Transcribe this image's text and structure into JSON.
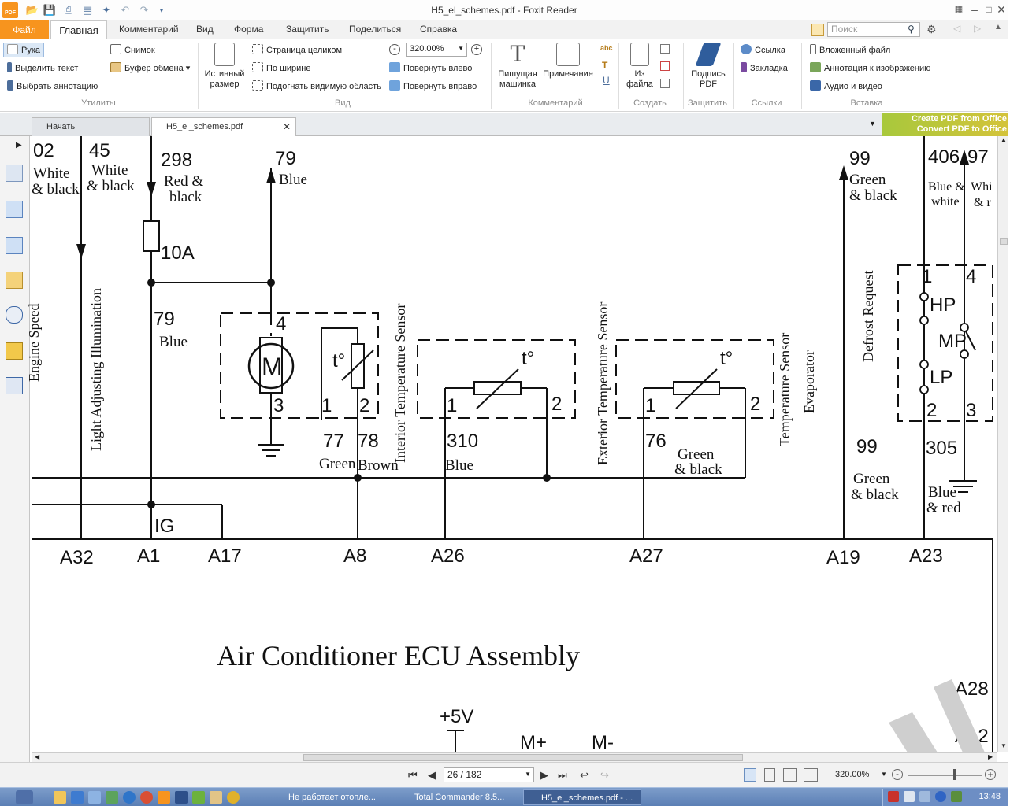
{
  "window": {
    "title": "H5_el_schemes.pdf - Foxit Reader",
    "app_badge": "PDF"
  },
  "menu": {
    "file": "Файл",
    "home": "Главная",
    "tabs": [
      "Комментарий",
      "Вид",
      "Форма",
      "Защитить",
      "Поделиться",
      "Справка"
    ],
    "search_placeholder": "Поиск"
  },
  "ribbon": {
    "utilities": {
      "hand": "Рука",
      "select_text": "Выделить текст",
      "select_annotation": "Выбрать аннотацию",
      "snapshot": "Снимок",
      "clipboard": "Буфер обмена",
      "label": "Утилиты"
    },
    "view": {
      "actual_size": "Истинный размер",
      "fit_page": "Страница целиком",
      "fit_width": "По ширине",
      "fit_visible": "Подогнать видимую область",
      "zoom_value": "320.00%",
      "rotate_left": "Повернуть влево",
      "rotate_right": "Повернуть вправо",
      "label": "Вид"
    },
    "comment": {
      "typewriter": "Пишущая машинка",
      "note": "Примечание",
      "label": "Комментарий"
    },
    "create": {
      "from_file": "Из файла",
      "label": "Создать"
    },
    "protect": {
      "sign": "Подпись PDF",
      "label": "Защитить"
    },
    "links": {
      "link": "Ссылка",
      "bookmark": "Закладка",
      "label": "Ссылки"
    },
    "insert": {
      "attachment": "Вложенный файл",
      "image_annotation": "Аннотация к изображению",
      "audio_video": "Аудио и видео",
      "label": "Вставка"
    }
  },
  "doc_tabs": {
    "start": "Начать",
    "current": "H5_el_schemes.pdf",
    "promo_line1": "Create PDF from Office",
    "promo_line2": "Convert PDF to Office"
  },
  "scheme": {
    "title": "Air Conditioner ECU Assembly",
    "wires": [
      {
        "num": "02",
        "color1": "White",
        "color2": "& black"
      },
      {
        "num": "45",
        "color1": "White",
        "color2": "& black"
      },
      {
        "num": "298",
        "color1": "Red &",
        "color2": "black"
      },
      {
        "num": "79",
        "color1": "Blue",
        "color2": ""
      },
      {
        "num": "99",
        "color1": "Green",
        "color2": "& black"
      },
      {
        "num": "406",
        "color1": "Blue &",
        "color2": "white"
      },
      {
        "num": "97",
        "color1": "Whi",
        "color2": "& r"
      }
    ],
    "fuse": "10A",
    "wire79_num": "79",
    "wire79_color": "Blue",
    "motor_pin_top": "4",
    "motor_pin_bottom": "3",
    "motor_letter": "M",
    "interior_pin1": "1",
    "interior_pin2": "2",
    "temp_symbol": "t°",
    "sensor_pin1": "1",
    "sensor_pin2": "2",
    "wire77": "77",
    "wire78": "78",
    "green": "Green",
    "brown": "Brown",
    "wire310": "310",
    "blue": "Blue",
    "wire76": "76",
    "green2": "Green",
    "and_black": "& black",
    "wire99b": "99",
    "green3": "Green",
    "and_black2": "& black",
    "wire305": "305",
    "blue_and": "Blue",
    "and_red": "& red",
    "ig": "IG",
    "hp": "HP",
    "mp": "MP",
    "lp": "LP",
    "switch_pin1": "1",
    "switch_pin4": "4",
    "switch_pin2": "2",
    "switch_pin3": "3",
    "v_engine_speed": "Engine Speed",
    "v_light": "Light Adjusting Illumination",
    "v_interior": "Interior Temperature Sensor",
    "v_exterior": "Exterior Temperature Sensor",
    "v_temp_sensor": "Temperature Sensor",
    "v_evaporator": "Evaporator",
    "v_defrost": "Defrost Request",
    "pins": [
      "A32",
      "A1",
      "A17",
      "A8",
      "A26",
      "A27",
      "A19",
      "A23"
    ],
    "a28": "A28",
    "a12": "A12",
    "plus5v": "+5V",
    "m_plus": "M+",
    "m_minus": "M-"
  },
  "status": {
    "page": "26 / 182",
    "zoom": "320.00%"
  },
  "taskbar": {
    "tasks": [
      "Не работает отопле...",
      "Total Commander 8.5...",
      "H5_el_schemes.pdf - ..."
    ],
    "clock": "13:48"
  }
}
